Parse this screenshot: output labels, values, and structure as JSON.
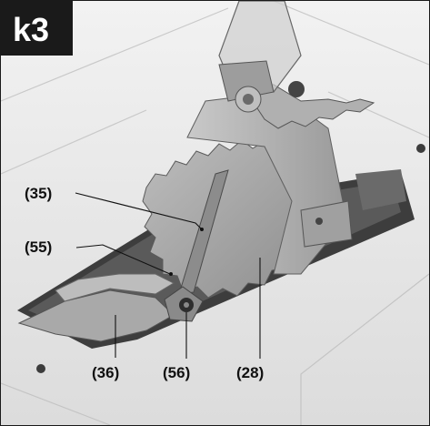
{
  "figure": {
    "badge": "k3",
    "callouts": [
      "(35)",
      "(55)",
      "(36)",
      "(56)",
      "(28)"
    ]
  },
  "colors": {
    "badge_bg": "#1a1a1a",
    "table": "#e9e9e9",
    "blade": "#a7a7a7",
    "guard": "#8f8f8f",
    "dark": "#3a3a3a"
  }
}
